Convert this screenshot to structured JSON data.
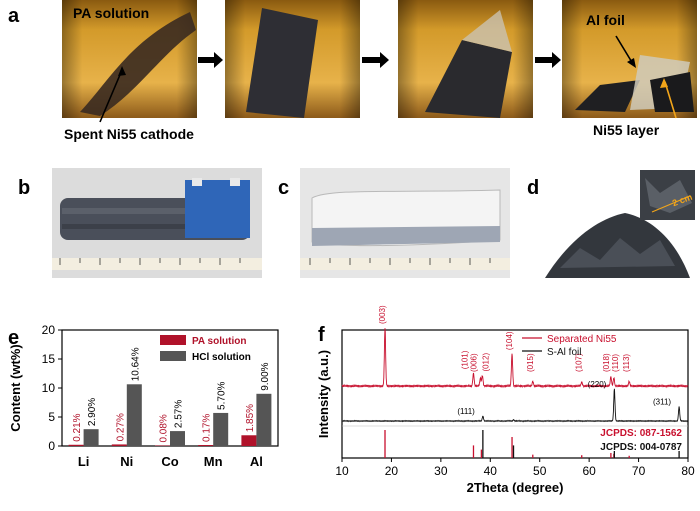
{
  "panels": {
    "a": {
      "letter": "a",
      "labels": {
        "pa_solution": "PA solution",
        "spent_cathode": "Spent Ni55 cathode",
        "al_foil": "Al foil",
        "ni55_layer": "Ni55 layer"
      }
    },
    "b": {
      "letter": "b"
    },
    "c": {
      "letter": "c"
    },
    "d": {
      "letter": "d",
      "scale_label": "2 cm"
    },
    "e": {
      "letter": "e"
    },
    "f": {
      "letter": "f"
    }
  },
  "chart_data": [
    {
      "panel": "e",
      "type": "bar",
      "categories": [
        "Li",
        "Ni",
        "Co",
        "Mn",
        "Al"
      ],
      "ylabel": "Content (wt%)",
      "ylim": [
        0,
        20
      ],
      "yticks": [
        0,
        5,
        10,
        15,
        20
      ],
      "legend_position": "top-right",
      "series": [
        {
          "name": "PA solution",
          "values": [
            0.21,
            0.27,
            0.08,
            0.17,
            1.85
          ],
          "labels": [
            "0.21%",
            "0.27%",
            "0.08%",
            "0.17%",
            "1.85%"
          ],
          "color": "#b0122a"
        },
        {
          "name": "HCl solution",
          "values": [
            2.9,
            10.64,
            2.57,
            5.7,
            9.0
          ],
          "labels": [
            "2.90%",
            "10.64%",
            "2.57%",
            "5.70%",
            "9.00%"
          ],
          "color": "#555555"
        }
      ]
    },
    {
      "panel": "f",
      "type": "line",
      "xlabel": "2Theta (degree)",
      "ylabel": "Intensity (a.u.)",
      "xlim": [
        10,
        80
      ],
      "xticks": [
        10,
        20,
        30,
        40,
        50,
        60,
        70,
        80
      ],
      "legend_position": "top-right",
      "series": [
        {
          "name": "Separated Ni55",
          "color": "#c8102e",
          "peaks": [
            {
              "x": 18.7,
              "h": 1.0,
              "label": "(003)"
            },
            {
              "x": 36.6,
              "h": 0.22,
              "label": "(101)"
            },
            {
              "x": 38.0,
              "h": 0.14,
              "label": "(006)"
            },
            {
              "x": 38.4,
              "h": 0.18,
              "label": "(012)"
            },
            {
              "x": 44.4,
              "h": 0.55,
              "label": "(104)"
            },
            {
              "x": 48.6,
              "h": 0.08,
              "label": "(015)"
            },
            {
              "x": 58.5,
              "h": 0.07,
              "label": "(107)"
            },
            {
              "x": 64.4,
              "h": 0.16,
              "label": "(018)"
            },
            {
              "x": 65.0,
              "h": 0.14,
              "label": "(110)"
            },
            {
              "x": 68.1,
              "h": 0.08,
              "label": "(113)"
            }
          ]
        },
        {
          "name": "S-Al foil",
          "color": "#111111",
          "peaks": [
            {
              "x": 38.5,
              "h": 0.15,
              "label": "(111)"
            },
            {
              "x": 44.7,
              "h": 0.04,
              "label": ""
            },
            {
              "x": 65.1,
              "h": 1.0,
              "label": "(220)"
            },
            {
              "x": 78.2,
              "h": 0.45,
              "label": "(311)"
            }
          ]
        }
      ],
      "references": [
        {
          "name": "JCPDS: 087-1562",
          "color": "#c8102e",
          "sticks": [
            {
              "x": 18.7,
              "h": 1.0
            },
            {
              "x": 36.6,
              "h": 0.45
            },
            {
              "x": 38.2,
              "h": 0.3
            },
            {
              "x": 44.4,
              "h": 0.75
            },
            {
              "x": 48.6,
              "h": 0.12
            },
            {
              "x": 58.5,
              "h": 0.1
            },
            {
              "x": 64.4,
              "h": 0.18
            },
            {
              "x": 65.0,
              "h": 0.15
            },
            {
              "x": 68.1,
              "h": 0.08
            }
          ]
        },
        {
          "name": "JCPDS: 004-0787",
          "color": "#111111",
          "sticks": [
            {
              "x": 38.5,
              "h": 1.0
            },
            {
              "x": 44.7,
              "h": 0.45
            },
            {
              "x": 65.1,
              "h": 0.25
            },
            {
              "x": 78.2,
              "h": 0.25
            }
          ]
        }
      ]
    }
  ]
}
